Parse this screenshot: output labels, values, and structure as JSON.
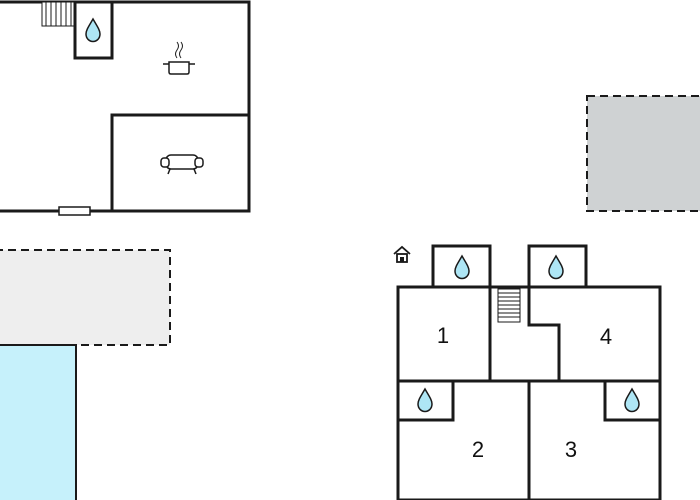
{
  "colors": {
    "wall": "#1a1a1a",
    "terrace_light": "#eeeeee",
    "terrace_dark": "#cfd2d3",
    "pool": "#c6f1fb",
    "background": "#ffffff"
  },
  "icons": {
    "water_drop": "water-drop-icon",
    "stairs": "stairs-icon",
    "cooking_pot": "cooking-pot-icon",
    "sofa": "sofa-icon",
    "house": "house-icon"
  },
  "rooms": {
    "room_1": "1",
    "room_2": "2",
    "room_3": "3",
    "room_4": "4"
  }
}
